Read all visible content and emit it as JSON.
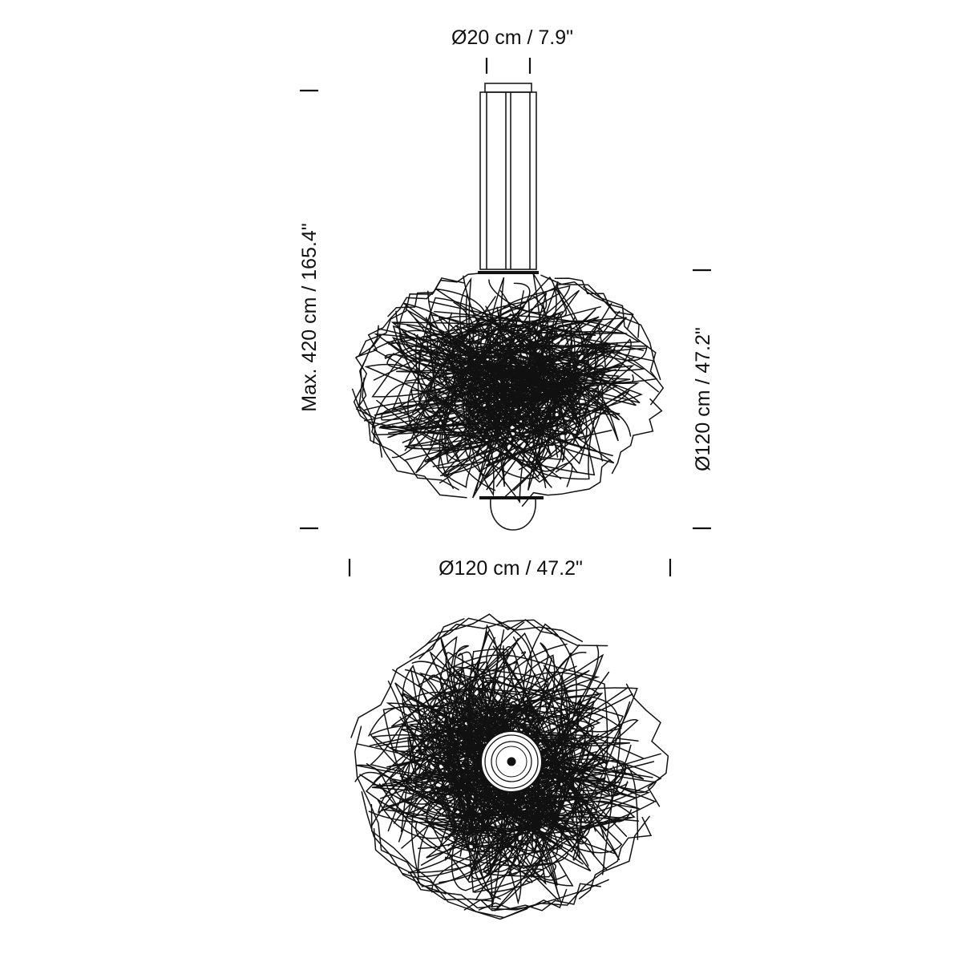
{
  "dimensions": {
    "canopy_diameter": "Ø20 cm / 7.9\"",
    "max_height": "Max. 420 cm / 165.4\"",
    "shade_height": "Ø120 cm / 47.2\"",
    "shade_width": "Ø120 cm / 47.2\""
  },
  "colors": {
    "line": "#111111",
    "background": "#ffffff"
  },
  "views": {
    "side_view": "pendant-side-view",
    "top_view": "pendant-top-view"
  }
}
